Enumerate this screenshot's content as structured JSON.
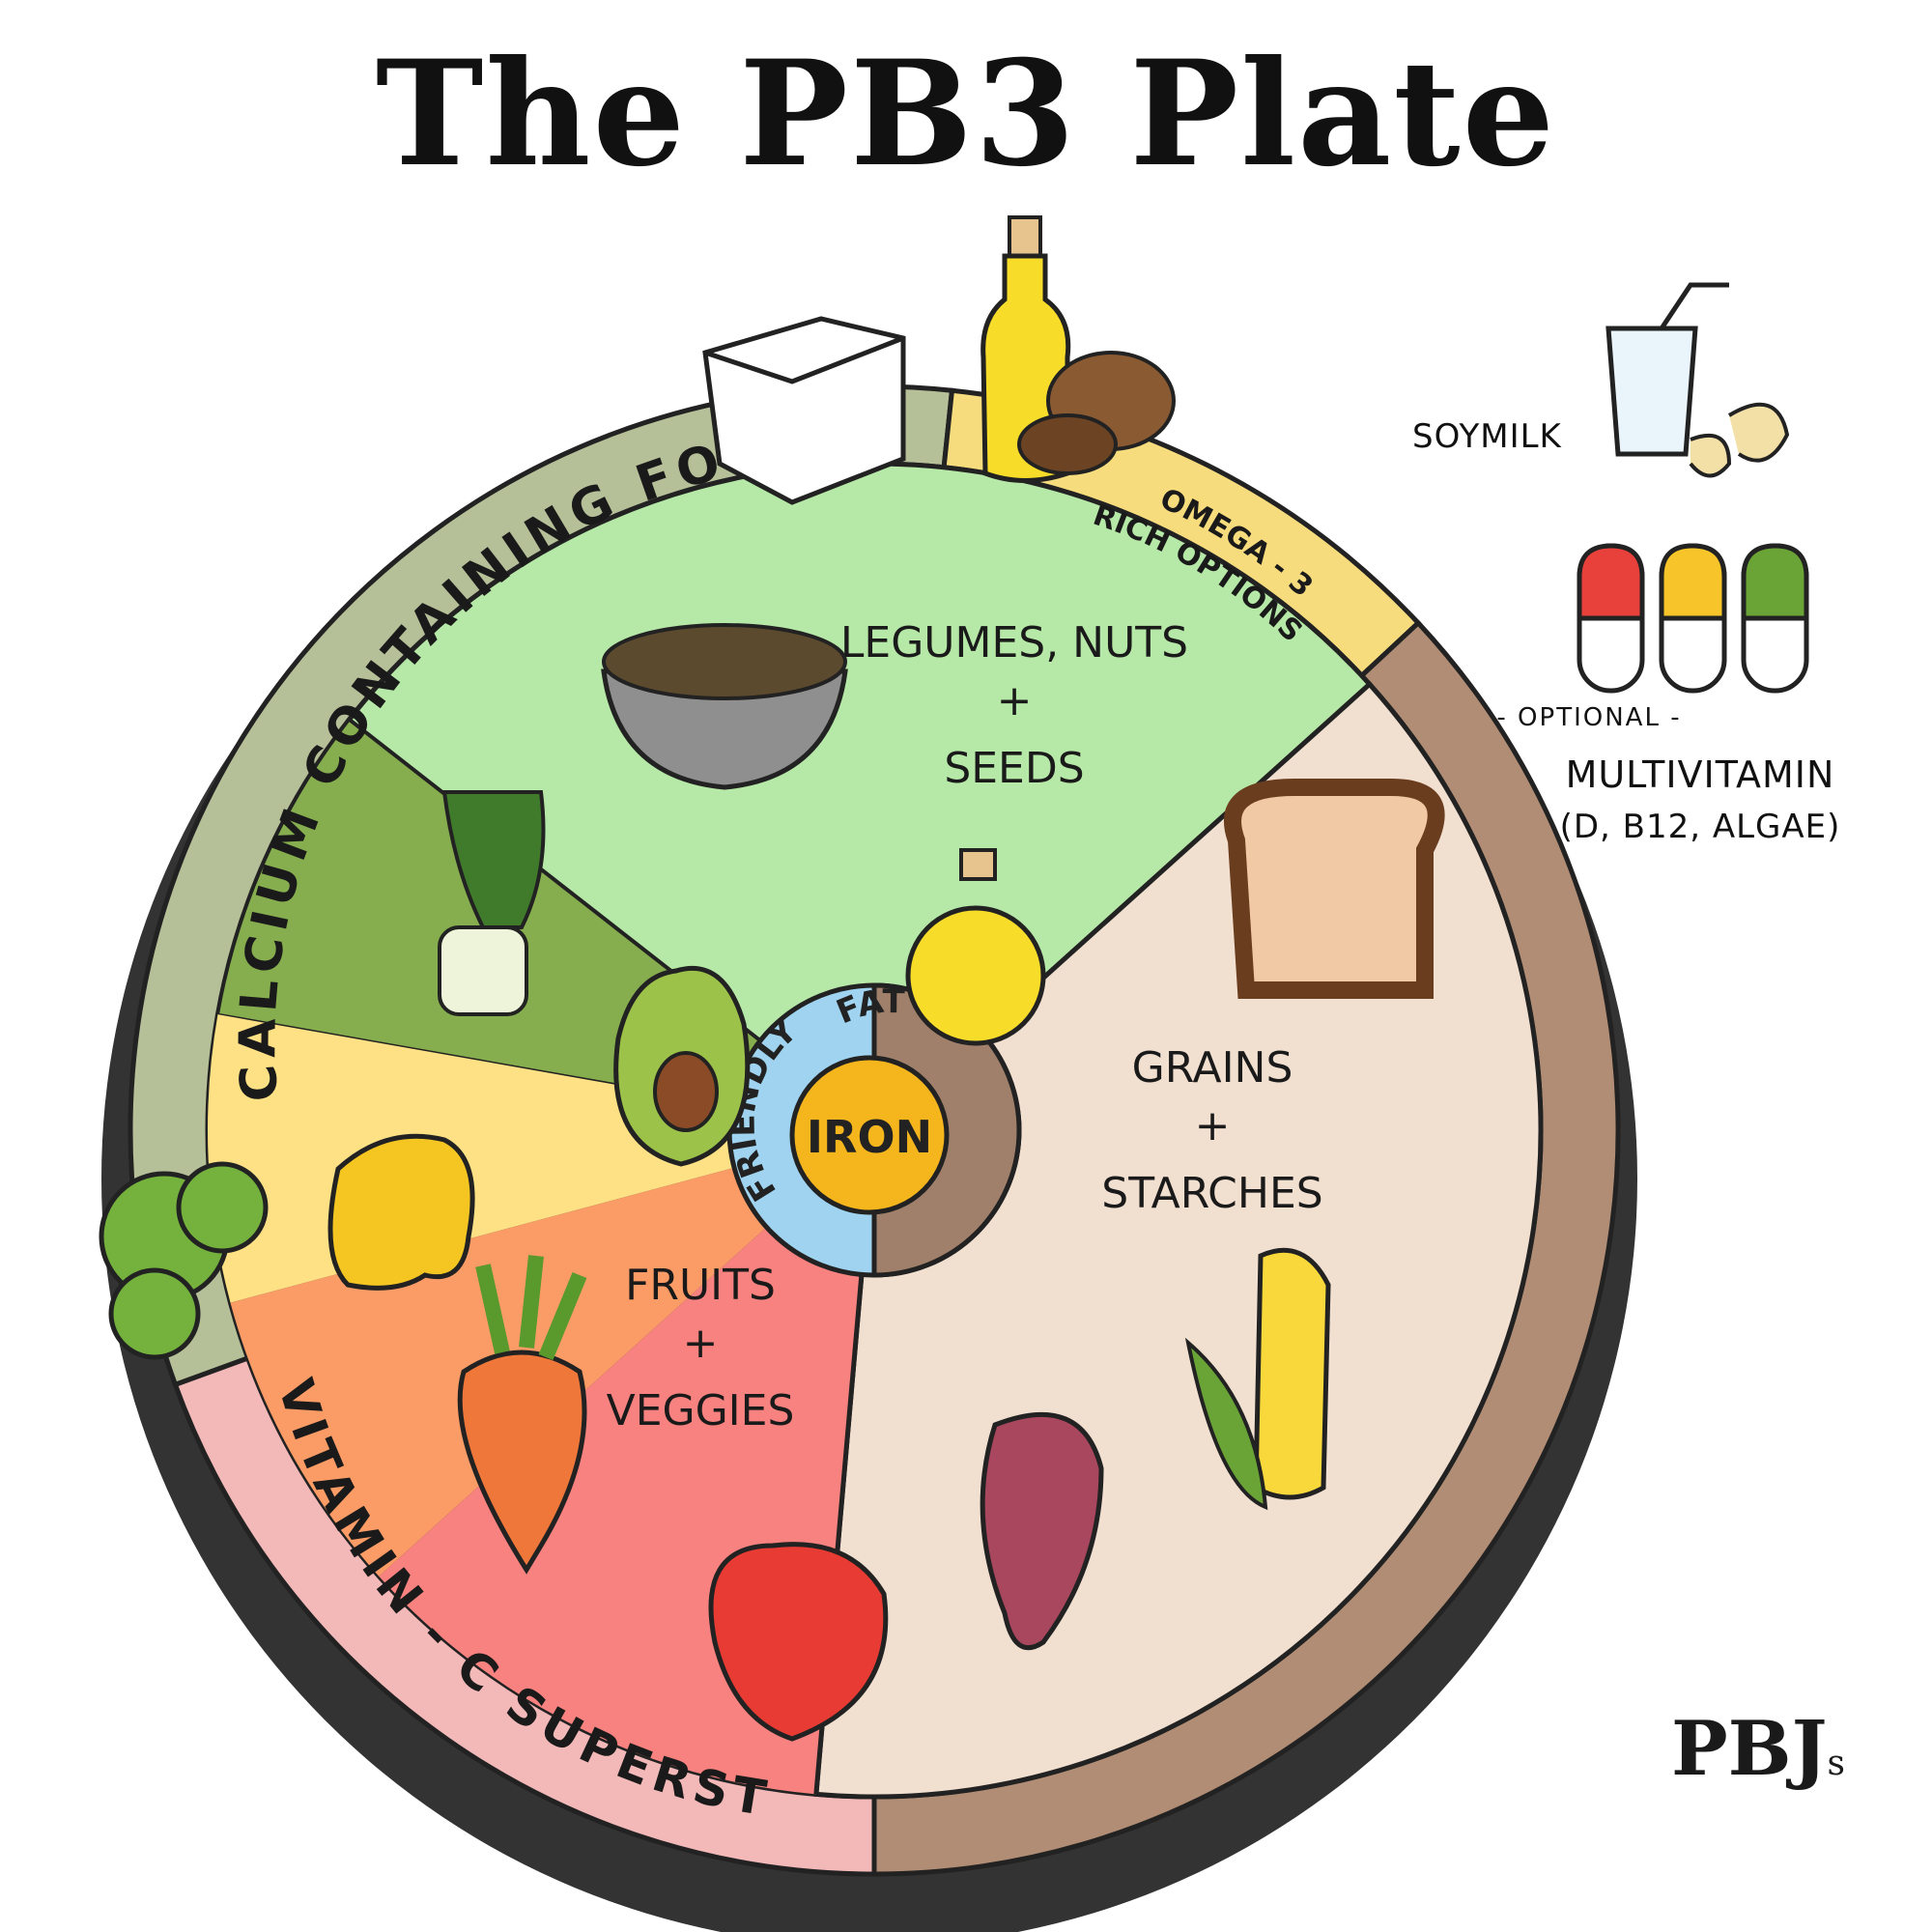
{
  "title": "The PB3 Plate",
  "plate": {
    "sections": {
      "legumes": {
        "line1": "LEGUMES, NUTS",
        "plus": "+",
        "line2": "SEEDS"
      },
      "grains": {
        "line1": "GRAINS",
        "plus": "+",
        "line2": "STARCHES"
      },
      "fruits": {
        "line1": "FRUITS",
        "plus": "+",
        "line2": "VEGGIES"
      },
      "center": {
        "friendly": "FRIENDLY",
        "fat": "FAT",
        "iron": "IRON"
      }
    },
    "rim": {
      "calcium": "CALCIUM CONTAINING FOODS",
      "vitamin_c": "VITAMIN - C SUPERSTARS",
      "omega_line1": "OMEGA - 3",
      "omega_line2": "RICH OPTIONS"
    }
  },
  "extras": {
    "soymilk": "SOYMILK",
    "optional": "- OPTIONAL -",
    "multivitamin": "MULTIVITAMIN",
    "multivitamin_detail": "(D, B12, ALGAE)"
  },
  "logo": {
    "text": "PBJ",
    "suffix": "s"
  },
  "colors": {
    "calcium_rim": "#b5bf98",
    "omega_rim": "#f7dc7e",
    "grains_rim": "#b08d74",
    "vitamin_rim": "#f3b8b8",
    "legumes": "#b6e8a7",
    "grains": "#f1dfd0",
    "greens": "#86ae4e",
    "yellow": "#fde184",
    "orange": "#fb9c66",
    "red": "#f8827f",
    "center_blue": "#9fd3ef",
    "iron": "#f5b51d"
  }
}
